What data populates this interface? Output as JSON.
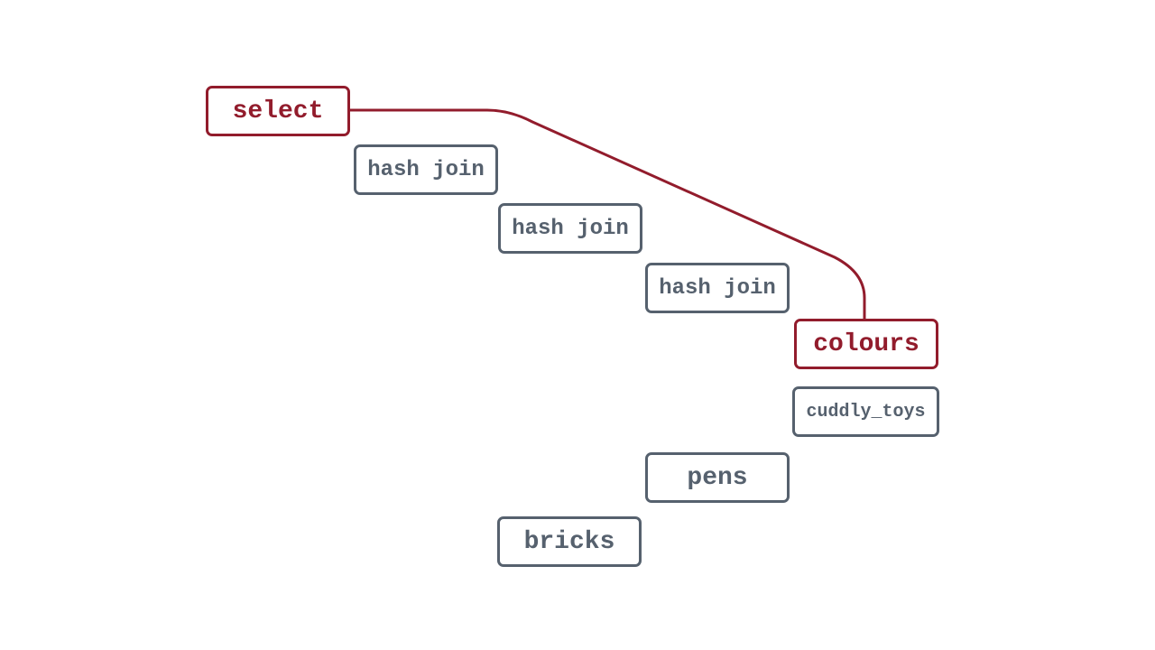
{
  "colors": {
    "highlight": "#921c2c",
    "normal": "#56616e",
    "background": "#ffffff"
  },
  "plan": {
    "nodes": [
      {
        "id": "select",
        "label": "select",
        "highlighted": true
      },
      {
        "id": "hash_join_1",
        "label": "hash join",
        "highlighted": false
      },
      {
        "id": "hash_join_2",
        "label": "hash join",
        "highlighted": false
      },
      {
        "id": "hash_join_3",
        "label": "hash join",
        "highlighted": false
      },
      {
        "id": "colours",
        "label": "colours",
        "highlighted": true
      },
      {
        "id": "cuddly_toys",
        "label": "cuddly_toys",
        "highlighted": false
      },
      {
        "id": "pens",
        "label": "pens",
        "highlighted": false
      },
      {
        "id": "bricks",
        "label": "bricks",
        "highlighted": false
      }
    ],
    "highlighted_path": [
      "select",
      "colours"
    ]
  }
}
